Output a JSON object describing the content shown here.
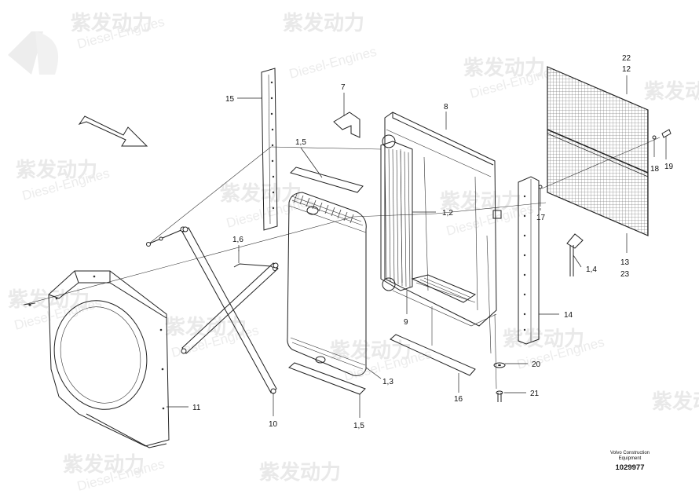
{
  "watermark": {
    "brand_cn": "紫发动力",
    "brand_en": "Diesel-Engines"
  },
  "labels": {
    "l22": "22",
    "l12": "12",
    "l15": "15",
    "l7": "7",
    "l8": "8",
    "l15a": "1,5",
    "l12b": "1,2",
    "l16b": "1,6",
    "l17": "17",
    "l18": "18",
    "l19": "19",
    "l13": "13",
    "l23": "23",
    "l14b": "1,4",
    "l14": "14",
    "l9": "9",
    "l20": "20",
    "l21": "21",
    "l13b": "1,3",
    "l16": "16",
    "l11": "11",
    "l10": "10",
    "l15b": "1,5"
  },
  "credit": {
    "line1": "Volvo Construction",
    "line2": "Equipment",
    "number": "1029977"
  }
}
